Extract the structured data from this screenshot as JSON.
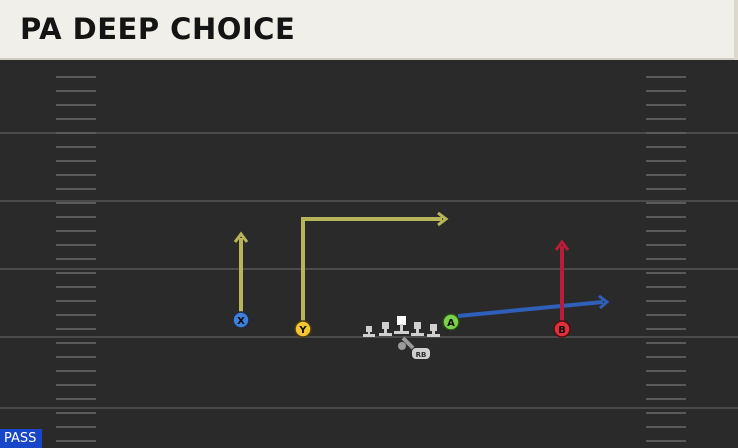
{
  "play": {
    "title": "PA DEEP CHOICE",
    "type_tag": "PASS"
  },
  "colors": {
    "field": "#2a2a2a",
    "yard_line": "#4a4a4a",
    "hash": "#5a5a5a",
    "route_yellow": "#b8b45a",
    "route_blue": "#2f5fb8",
    "route_red": "#b81e3a",
    "x_marker": "#3f7fd6",
    "y_marker": "#f2c531",
    "a_marker": "#7bd14a",
    "b_marker": "#e0303a",
    "lineman": "#cfcfcf",
    "center": "#ffffff",
    "rb": "#9a9a9a"
  },
  "players": {
    "x": "X",
    "y": "Y",
    "a": "A",
    "b": "B",
    "rb": "RB"
  }
}
